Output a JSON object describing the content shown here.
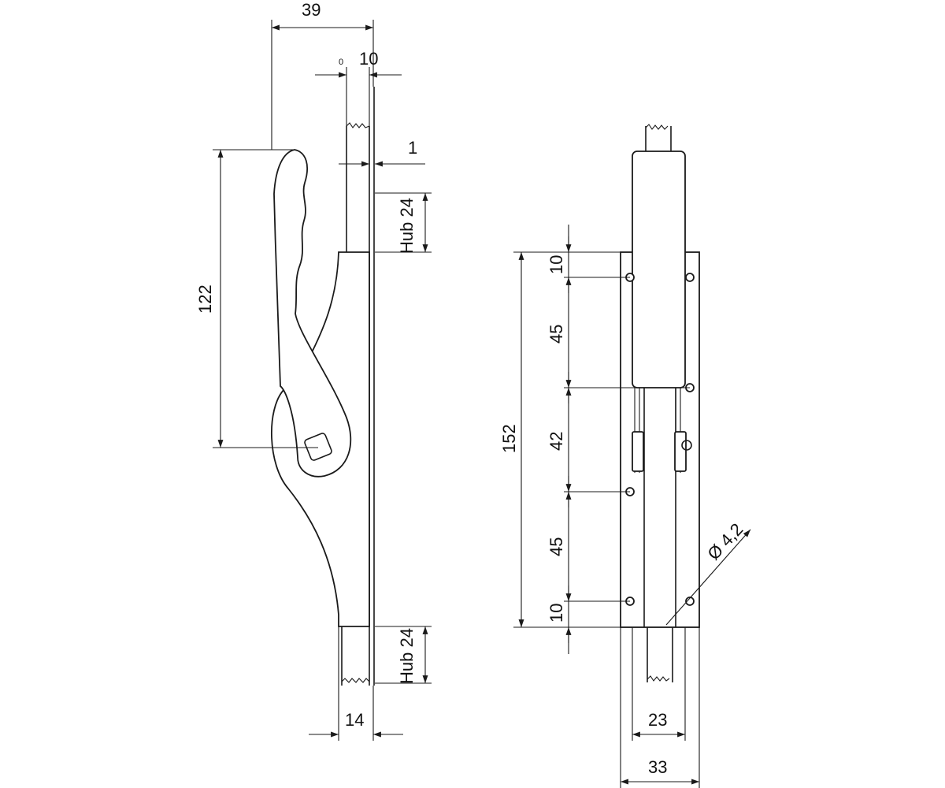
{
  "drawing": {
    "dimensions": {
      "width_39": "39",
      "zero": "0",
      "thickness_10": "10",
      "gap_1": "1",
      "stroke_top": "Hub 24",
      "stroke_bottom": "Hub 24",
      "height_122": "122",
      "width_14": "14",
      "height_152": "152",
      "seg_10_top": "10",
      "seg_45_top": "45",
      "seg_42": "42",
      "seg_45_bottom": "45",
      "seg_10_bottom": "10",
      "hole_dia": "Ø 4,2",
      "width_23": "23",
      "width_33": "33"
    }
  }
}
